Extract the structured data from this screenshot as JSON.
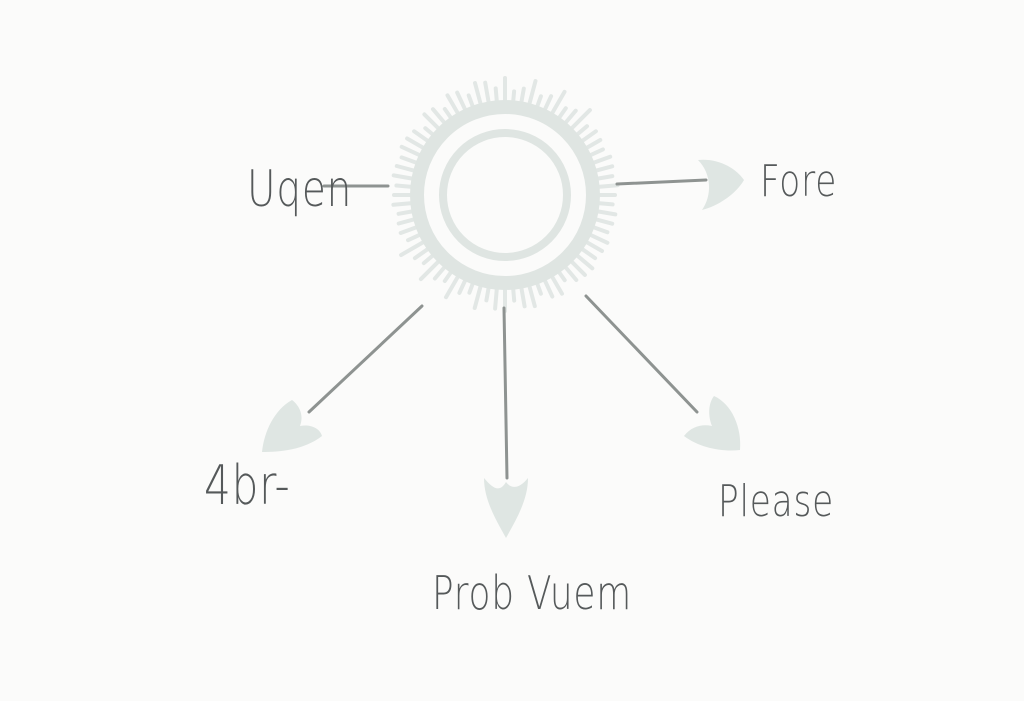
{
  "diagram": {
    "labels": {
      "left": "Uqen",
      "right": "Fore",
      "bottom_left": "4br-",
      "bottom": "Prob Vuem",
      "bottom_right": "Please"
    },
    "colors": {
      "background": "#fbfbfa",
      "sun": "#dfe5e2",
      "arrowhead": "#dfe6e3",
      "line": "#8e9391",
      "text": "#55595a"
    }
  }
}
